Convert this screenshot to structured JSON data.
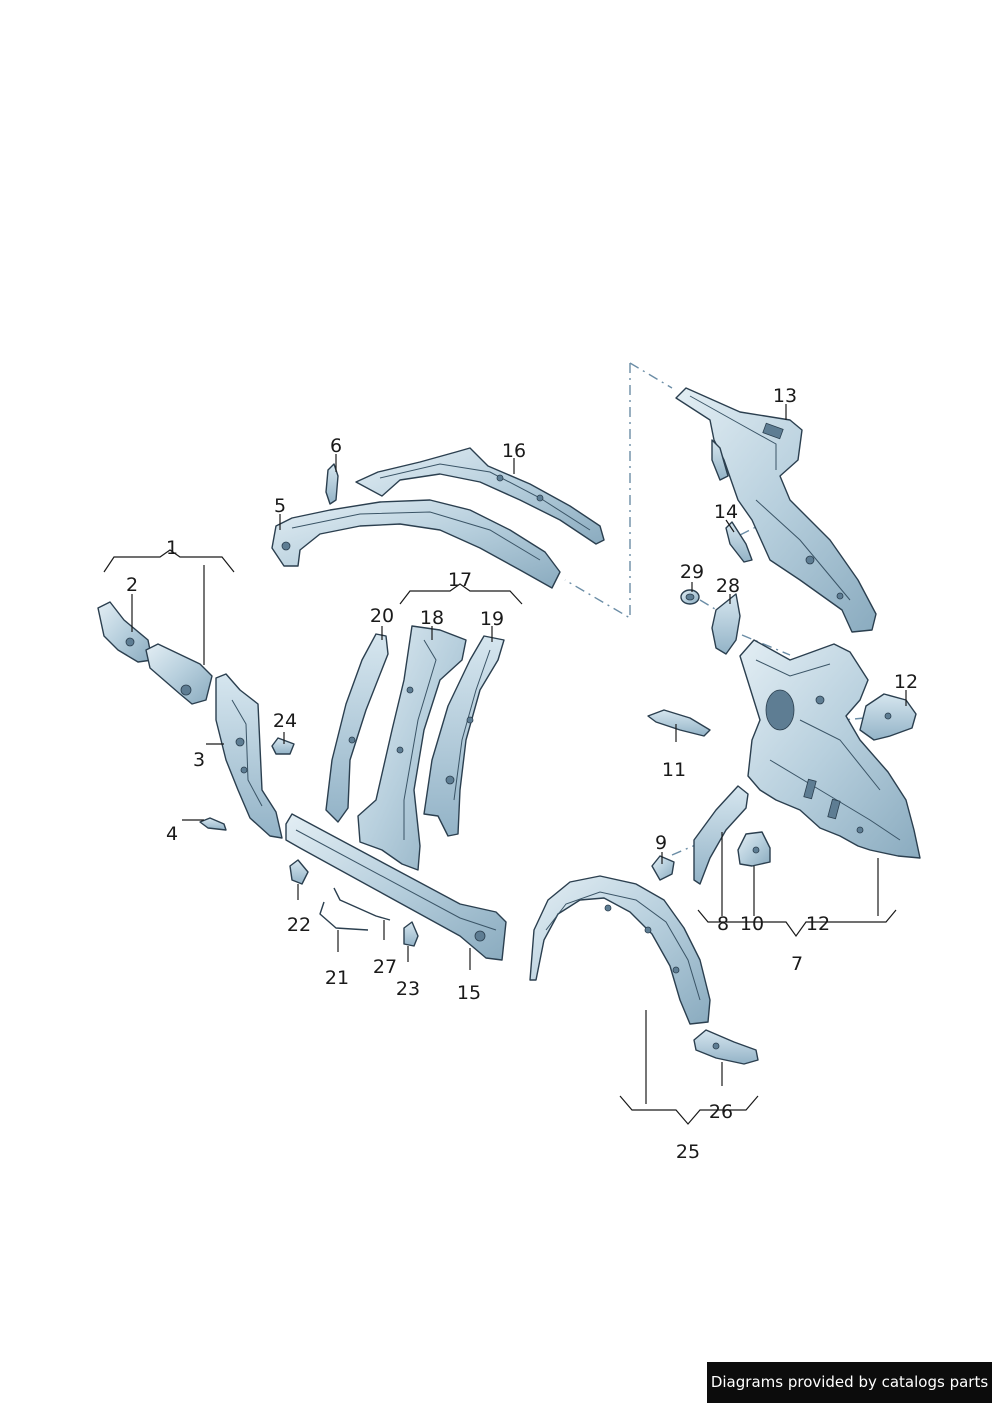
{
  "diagram": {
    "callouts": {
      "c1": "1",
      "c2": "2",
      "c3": "3",
      "c4": "4",
      "c5": "5",
      "c6": "6",
      "c7": "7",
      "c8": "8",
      "c9": "9",
      "c10": "10",
      "c11": "11",
      "c12a": "12",
      "c12b": "12",
      "c13": "13",
      "c14": "14",
      "c15": "15",
      "c16": "16",
      "c17": "17",
      "c18": "18",
      "c19": "19",
      "c20": "20",
      "c21": "21",
      "c22": "22",
      "c23": "23",
      "c24": "24",
      "c25": "25",
      "c26": "26",
      "c27": "27",
      "c28": "28",
      "c29": "29"
    },
    "colors": {
      "part_fill_light": "#cfe0ea",
      "part_fill_mid": "#a9c4d4",
      "part_fill_dark": "#7fa1b6",
      "outline": "#2b3f4f",
      "dash_line": "#6b8da6"
    }
  },
  "footer": {
    "credit": "Diagrams provided by catalogs parts"
  }
}
